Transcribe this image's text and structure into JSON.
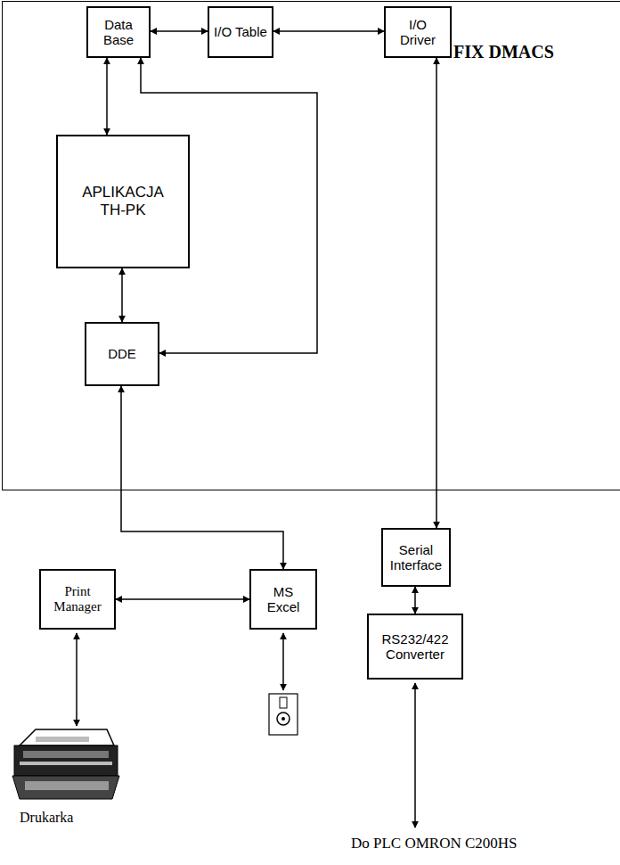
{
  "diagram": {
    "nodes": [
      {
        "text": [
          "FIX DMACS"
        ]
      },
      {
        "text": [
          "Data Base"
        ],
        "in": 0
      },
      {
        "text": [
          "I/O Table"
        ],
        "in": 0
      },
      {
        "text": [
          "I/O Driver"
        ],
        "in": 0
      },
      {
        "text": [
          "APLIKACJA TH-PK"
        ],
        "in": 0
      },
      {
        "text": [
          "DDE"
        ],
        "in": 0
      },
      {
        "text": [
          "Print Manager"
        ]
      },
      {
        "text": [
          "MS Excel"
        ]
      },
      {
        "text": [
          "Serial Interface"
        ]
      },
      {
        "text": [
          "RS232/422 Converter"
        ]
      }
    ],
    "edges": [
      {
        "from": 1,
        "to": 2,
        "arrow": "both"
      },
      {
        "from": 2,
        "to": 3,
        "arrow": "both"
      },
      {
        "from": 1,
        "to": 4,
        "arrow": "both"
      },
      {
        "from": 1,
        "to": 5,
        "arrow": "both"
      },
      {
        "from": 4,
        "to": 5,
        "arrow": "both"
      },
      {
        "from": 5,
        "to": 7,
        "arrow": "both"
      },
      {
        "from": 3,
        "to": 8,
        "arrow": "both"
      },
      {
        "from": 8,
        "to": 9,
        "arrow": "both"
      },
      {
        "from": 6,
        "to": 7,
        "arrow": "both"
      }
    ],
    "labels": [
      "Drukarka",
      "Do PLC OMRON C200HS"
    ]
  }
}
